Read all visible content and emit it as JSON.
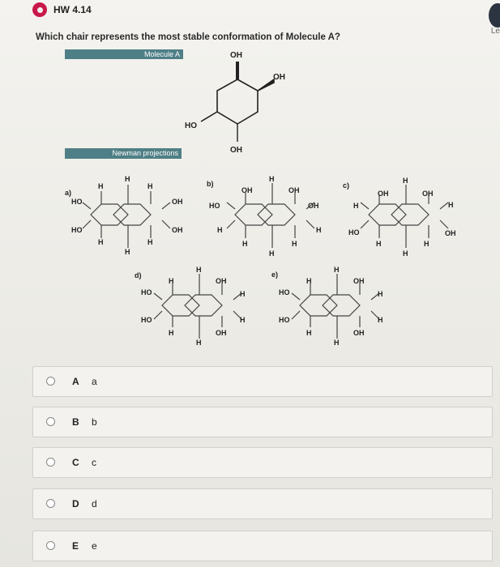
{
  "header": {
    "title": "HW 4.14",
    "corner_text": "Le"
  },
  "question": {
    "text": "Which chair represents the most stable conformation of Molecule A?"
  },
  "labels": {
    "molecule": "Molecule A",
    "newman": "Newman projections"
  },
  "molecule": {
    "top": "OH",
    "right": "OH",
    "left": "HO",
    "bottom": "OH"
  },
  "options": [
    {
      "tag": "a)"
    },
    {
      "tag": "b)"
    },
    {
      "tag": "c)"
    },
    {
      "tag": "d)"
    },
    {
      "tag": "e)"
    }
  ],
  "choices": [
    {
      "letter": "A",
      "text": "a"
    },
    {
      "letter": "B",
      "text": "b"
    },
    {
      "letter": "C",
      "text": "c"
    },
    {
      "letter": "D",
      "text": "d"
    },
    {
      "letter": "E",
      "text": "e"
    }
  ],
  "colors": {
    "accent": "#4f7f86",
    "badge": "#c8184a"
  }
}
